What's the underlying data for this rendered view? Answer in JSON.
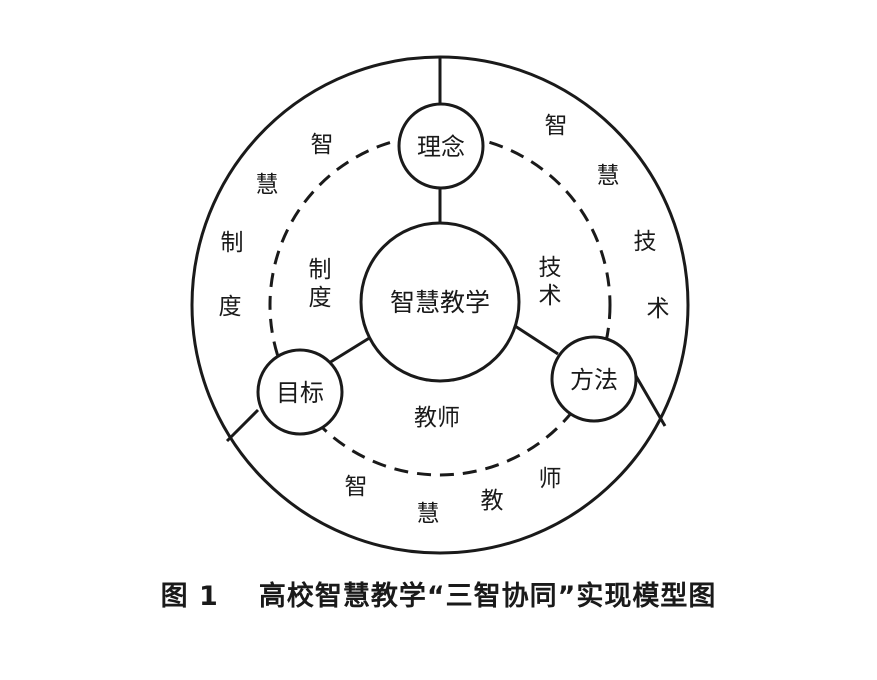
{
  "center": {
    "label": "智慧教学"
  },
  "nodes": {
    "top": "理念",
    "right": "方法",
    "left": "目标"
  },
  "inner_labels": {
    "left_chars": [
      "制",
      "度"
    ],
    "right_chars": [
      "技",
      "术"
    ],
    "bottom": "教师"
  },
  "outer_labels": {
    "left_chars": [
      "智",
      "慧",
      "制",
      "度"
    ],
    "right_chars": [
      "智",
      "慧",
      "技",
      "术"
    ],
    "bottom_chars": [
      "智",
      "慧",
      "教",
      "师"
    ]
  },
  "caption": {
    "number": "图 1",
    "title": "高校智慧教学“三智协同”实现模型图"
  }
}
